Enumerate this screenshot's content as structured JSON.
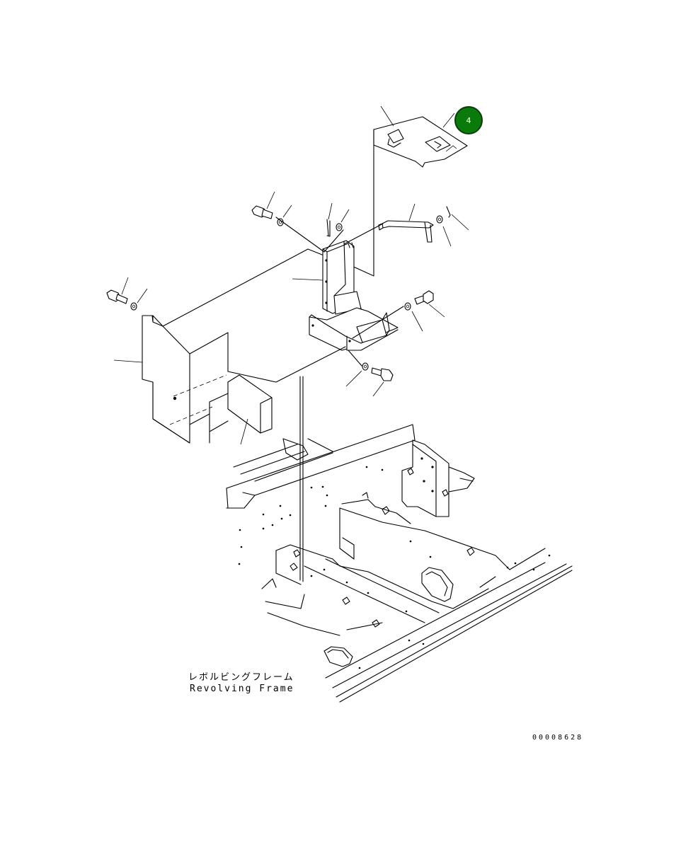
{
  "frame_label": {
    "japanese": "レボルビングフレーム",
    "english": "Revolving Frame"
  },
  "document_number": "00008628",
  "callouts": [
    {
      "label": "4",
      "color": "#0a7a0a"
    }
  ]
}
